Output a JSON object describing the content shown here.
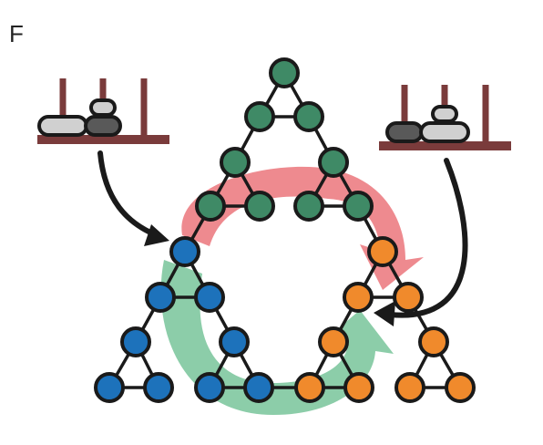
{
  "panel_label": "F",
  "colors": {
    "node_top": "#3f8a66",
    "node_left": "#1d72bb",
    "node_right": "#f08a2c",
    "edge": "#1a1a1a",
    "arrow_red": "#ee8a8f",
    "arrow_green": "#8ccda9",
    "peg_stand": "#7a3b3b",
    "disk_light": "#d0d0d0",
    "disk_dark": "#595959"
  },
  "graph": {
    "description_free": true,
    "groups": [
      "top",
      "left",
      "right"
    ],
    "nodes_per_group": 9
  },
  "pegs_left": {
    "disks": [
      {
        "peg": 0,
        "size": "large",
        "color_key": "disk_light",
        "level": 0
      },
      {
        "peg": 1,
        "size": "medium",
        "color_key": "disk_dark",
        "level": 0
      },
      {
        "peg": 1,
        "size": "small",
        "color_key": "disk_light",
        "level": 1
      }
    ]
  },
  "pegs_right": {
    "disks": [
      {
        "peg": 0,
        "size": "medium",
        "color_key": "disk_dark",
        "level": 0
      },
      {
        "peg": 1,
        "size": "large",
        "color_key": "disk_light",
        "level": 0
      },
      {
        "peg": 1,
        "size": "small",
        "color_key": "disk_light",
        "level": 1
      }
    ]
  }
}
